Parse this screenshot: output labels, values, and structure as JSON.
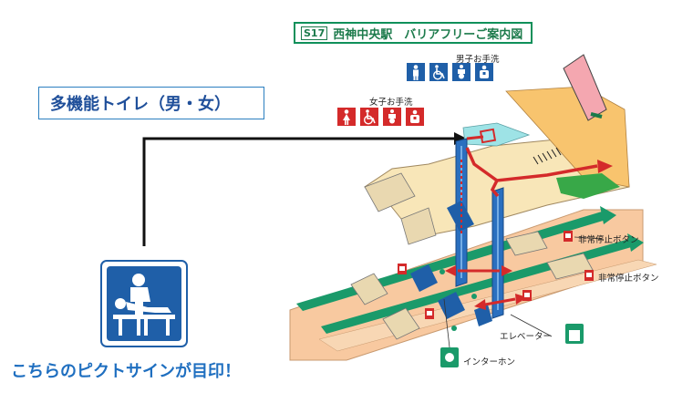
{
  "header": {
    "station_code": "S17",
    "title": "西神中央駅　バリアフリーご案内図"
  },
  "callout": {
    "toilet_label": "多機能トイレ（男・女）",
    "caption": "こちらのピクトサインが目印！"
  },
  "signs": {
    "men_label": "男子お手洗",
    "women_label": "女子お手洗",
    "emergency_stop_1": "非常停止ボタン",
    "emergency_stop_2": "非常停止ボタン",
    "elevator": "エレベーター",
    "intercom": "インターホン"
  },
  "icons": {
    "men": [
      "man-icon",
      "wheelchair-icon",
      "baby-care-icon",
      "ostomate-icon"
    ],
    "women": [
      "woman-icon",
      "wheelchair-icon",
      "baby-care-icon",
      "ostomate-icon"
    ]
  },
  "colors": {
    "men_blue": "#1f5fa8",
    "women_red": "#d42a2a",
    "route_red": "#d42a2a",
    "track_green": "#1a9a6a",
    "platform_peach": "#f8c9a0",
    "concourse_cream": "#f8e6b8",
    "title_green": "#10905a"
  }
}
